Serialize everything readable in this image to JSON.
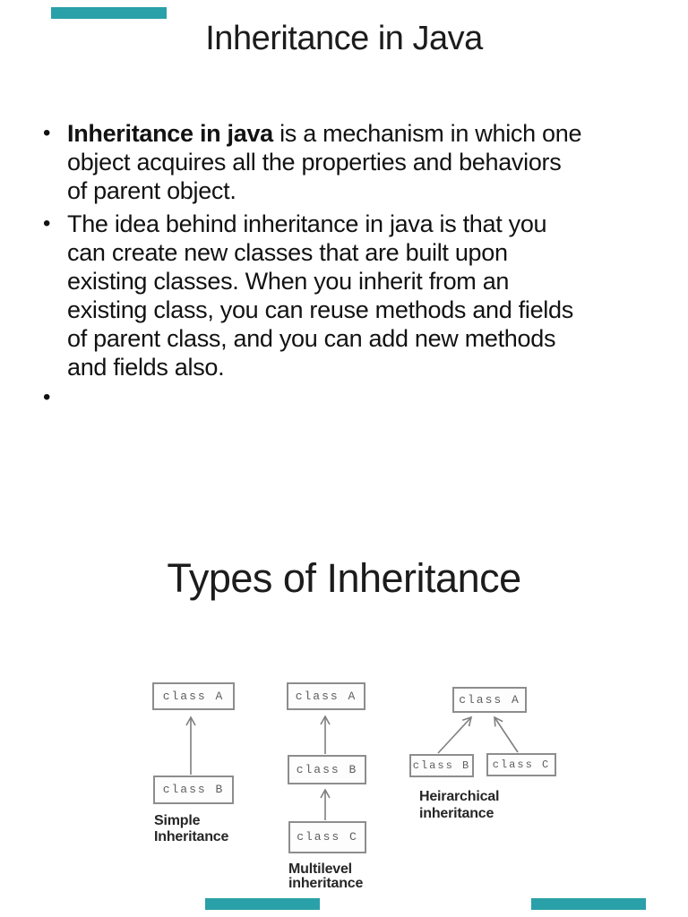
{
  "slide1": {
    "title": "Inheritance in Java",
    "bullet_char": "•",
    "bullet1": {
      "line1_bold": "Inheritance in java",
      "line1_rest": " is a mechanism in which one",
      "line2": "object acquires all the properties and behaviors",
      "line3": "of parent object."
    },
    "bullet2": {
      "line1": "The idea behind inheritance in java is that you",
      "line2": "can create new classes that are built upon",
      "line3": "existing classes. When you inherit from an",
      "line4": "existing class, you can reuse methods and fields",
      "line5": "of parent class, and you can add new methods",
      "line6": "and fields also."
    },
    "bullet3": ""
  },
  "slide2": {
    "title": "Types of Inheritance",
    "diagram": {
      "simple": {
        "box_a": "class A",
        "box_b": "class B",
        "label_line1": "Simple",
        "label_line2": "Inheritance"
      },
      "multilevel": {
        "box_a": "class A",
        "box_b": "class B",
        "box_c": "class C",
        "label_line1": "Multilevel",
        "label_line2": "inheritance"
      },
      "hierarchical": {
        "box_a": "class A",
        "box_b": "class B",
        "box_c": "class C",
        "label_line1": "Heirarchical",
        "label_line2": "inheritance"
      }
    }
  },
  "decor": {
    "link_highlight_color": "#2aa0a8",
    "diagram_line_color": "#7f7f7f"
  }
}
